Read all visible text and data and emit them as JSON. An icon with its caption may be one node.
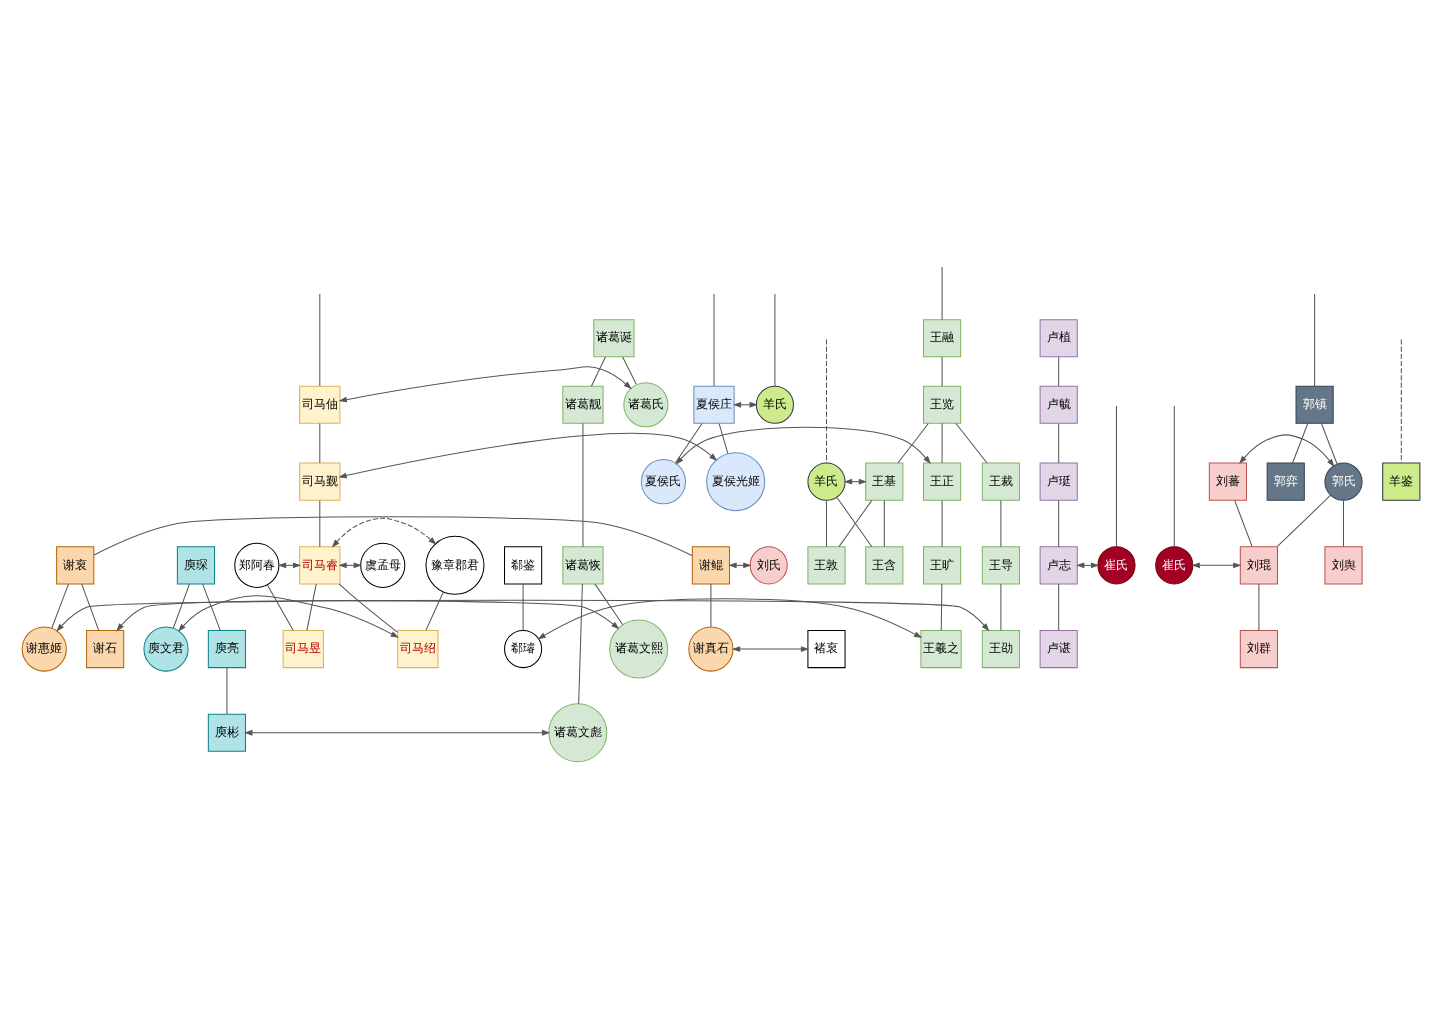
{
  "diagram": {
    "nodes": [
      {
        "text": [
          "王融"
        ]
      },
      {
        "text": [
          "诸葛诞"
        ]
      },
      {
        "text": [
          "卢植"
        ]
      },
      {
        "text": [
          "王览"
        ]
      },
      {
        "text": [
          "羊氏"
        ]
      },
      {
        "text": [
          "夏侯庄"
        ]
      },
      {
        "text": [
          "司马伷"
        ]
      },
      {
        "text": [
          "诸葛氏"
        ]
      },
      {
        "text": [
          "诸葛靓"
        ]
      },
      {
        "text": [
          "郭镇"
        ]
      },
      {
        "text": [
          "卢毓"
        ]
      },
      {
        "text": [
          "王裁"
        ]
      },
      {
        "text": [
          "王基"
        ]
      },
      {
        "text": [
          "羊氏"
        ]
      },
      {
        "text": [
          "羊鉴"
        ]
      },
      {
        "text": [
          "王正"
        ]
      },
      {
        "text": [
          "夏侯氏"
        ]
      },
      {
        "text": [
          "夏侯光姬"
        ]
      },
      {
        "text": [
          "司马觐"
        ]
      },
      {
        "text": [
          "郭弈"
        ]
      },
      {
        "text": [
          "郭氏"
        ]
      },
      {
        "text": [
          "刘蕃"
        ]
      },
      {
        "text": [
          "卢珽"
        ]
      },
      {
        "text": [
          "王导"
        ]
      },
      {
        "text": [
          "王敦"
        ]
      },
      {
        "text": [
          "王含"
        ]
      },
      {
        "text": [
          "王旷"
        ]
      },
      {
        "text": [
          "虞孟母"
        ]
      },
      {
        "text": [
          "司马睿"
        ]
      },
      {
        "text": [
          "郑阿春"
        ]
      },
      {
        "text": [
          "豫章郡君"
        ]
      },
      {
        "text": [
          "诸葛恢"
        ]
      },
      {
        "text": [
          "刘舆"
        ]
      },
      {
        "text": [
          "刘琨"
        ]
      },
      {
        "text": [
          "崔氏"
        ]
      },
      {
        "text": [
          "崔氏"
        ]
      },
      {
        "text": [
          "卢志"
        ]
      },
      {
        "text": [
          "郗鉴"
        ]
      },
      {
        "text": [
          "庾琛"
        ]
      },
      {
        "text": [
          "谢裒"
        ]
      },
      {
        "text": [
          "谢鲲"
        ]
      },
      {
        "text": [
          "刘氏"
        ]
      },
      {
        "text": [
          "郗璿"
        ]
      },
      {
        "text": [
          "王羲之"
        ]
      },
      {
        "text": [
          "庾亮"
        ]
      },
      {
        "text": [
          "庾文君"
        ]
      },
      {
        "text": [
          "司马绍"
        ]
      },
      {
        "text": [
          "司马昱"
        ]
      },
      {
        "text": [
          "诸葛文熙"
        ]
      },
      {
        "text": [
          "谢石"
        ]
      },
      {
        "text": [
          "刘群"
        ]
      },
      {
        "text": [
          "卢谌"
        ]
      },
      {
        "text": [
          "庾彬"
        ]
      },
      {
        "text": [
          "诸葛文彪"
        ]
      },
      {
        "text": [
          "王劭"
        ]
      },
      {
        "text": [
          "谢惠姬"
        ]
      },
      {
        "text": [
          "谢真石"
        ]
      },
      {
        "text": [
          "褚裒"
        ]
      }
    ],
    "edges": [
      {
        "from": null,
        "to": 0,
        "arrow": "none"
      },
      {
        "from": 0,
        "to": 3,
        "arrow": "none"
      },
      {
        "from": null,
        "to": 4,
        "arrow": "none"
      },
      {
        "from": null,
        "to": 5,
        "arrow": "none"
      },
      {
        "from": null,
        "to": 6,
        "arrow": "none"
      },
      {
        "from": null,
        "to": 9,
        "arrow": "none"
      },
      {
        "from": 1,
        "to": 7,
        "arrow": "none"
      },
      {
        "from": 1,
        "to": 8,
        "arrow": "none"
      },
      {
        "from": 2,
        "to": 10,
        "arrow": "none"
      },
      {
        "from": 4,
        "to": 5,
        "arrow": "both"
      },
      {
        "from": 6,
        "to": 7,
        "arrow": "both"
      },
      {
        "from": null,
        "to": 13,
        "arrow": "none",
        "style": "dashed"
      },
      {
        "from": null,
        "to": 14,
        "arrow": "none",
        "style": "dashed"
      },
      {
        "from": 3,
        "to": 11,
        "arrow": "none"
      },
      {
        "from": 3,
        "to": 12,
        "arrow": "none"
      },
      {
        "from": 3,
        "to": 15,
        "arrow": "none"
      },
      {
        "from": 12,
        "to": 13,
        "arrow": "both"
      },
      {
        "from": 15,
        "to": 16,
        "arrow": "both"
      },
      {
        "from": 5,
        "to": 16,
        "arrow": "none"
      },
      {
        "from": 5,
        "to": 17,
        "arrow": "none"
      },
      {
        "from": 17,
        "to": 18,
        "arrow": "both"
      },
      {
        "from": 6,
        "to": 18,
        "arrow": "none"
      },
      {
        "from": 9,
        "to": 19,
        "arrow": "none"
      },
      {
        "from": 9,
        "to": 20,
        "arrow": "none"
      },
      {
        "from": 20,
        "to": 21,
        "arrow": "both"
      },
      {
        "from": 10,
        "to": 22,
        "arrow": "none"
      },
      {
        "from": 11,
        "to": 23,
        "arrow": "none"
      },
      {
        "from": 12,
        "to": 24,
        "arrow": "none"
      },
      {
        "from": 12,
        "to": 25,
        "arrow": "none"
      },
      {
        "from": 13,
        "to": 24,
        "arrow": "none"
      },
      {
        "from": 13,
        "to": 25,
        "arrow": "none"
      },
      {
        "from": 15,
        "to": 26,
        "arrow": "none"
      },
      {
        "from": 18,
        "to": 28,
        "arrow": "none"
      },
      {
        "from": 27,
        "to": 28,
        "arrow": "both"
      },
      {
        "from": 28,
        "to": 29,
        "arrow": "both"
      },
      {
        "from": 30,
        "to": 28,
        "arrow": "both",
        "style": "dashed"
      },
      {
        "from": 8,
        "to": 31,
        "arrow": "none"
      },
      {
        "from": 20,
        "to": 32,
        "arrow": "none"
      },
      {
        "from": 20,
        "to": 33,
        "arrow": "none"
      },
      {
        "from": 21,
        "to": 33,
        "arrow": "none"
      },
      {
        "from": null,
        "to": 34,
        "arrow": "none"
      },
      {
        "from": null,
        "to": 35,
        "arrow": "none"
      },
      {
        "from": 33,
        "to": 34,
        "arrow": "both"
      },
      {
        "from": 35,
        "to": 36,
        "arrow": "both"
      },
      {
        "from": 22,
        "to": 36,
        "arrow": "none"
      },
      {
        "from": 39,
        "to": 40,
        "arrow": "none"
      },
      {
        "from": 40,
        "to": 41,
        "arrow": "both"
      },
      {
        "from": 37,
        "to": 42,
        "arrow": "none"
      },
      {
        "from": 26,
        "to": 43,
        "arrow": "none"
      },
      {
        "from": 42,
        "to": 43,
        "arrow": "both"
      },
      {
        "from": 38,
        "to": 44,
        "arrow": "none"
      },
      {
        "from": 38,
        "to": 45,
        "arrow": "none"
      },
      {
        "from": 45,
        "to": 46,
        "arrow": "both"
      },
      {
        "from": 28,
        "to": 46,
        "arrow": "none"
      },
      {
        "from": 30,
        "to": 46,
        "arrow": "none"
      },
      {
        "from": 28,
        "to": 47,
        "arrow": "none"
      },
      {
        "from": 29,
        "to": 47,
        "arrow": "none"
      },
      {
        "from": 31,
        "to": 48,
        "arrow": "none"
      },
      {
        "from": 48,
        "to": 49,
        "arrow": "both"
      },
      {
        "from": 39,
        "to": 49,
        "arrow": "none"
      },
      {
        "from": 33,
        "to": 50,
        "arrow": "none"
      },
      {
        "from": 36,
        "to": 51,
        "arrow": "none"
      },
      {
        "from": 44,
        "to": 52,
        "arrow": "none"
      },
      {
        "from": 31,
        "to": 53,
        "arrow": "none"
      },
      {
        "from": 53,
        "to": 52,
        "arrow": "both"
      },
      {
        "from": 23,
        "to": 54,
        "arrow": "none"
      },
      {
        "from": 39,
        "to": 55,
        "arrow": "none"
      },
      {
        "from": 54,
        "to": 55,
        "arrow": "both"
      },
      {
        "from": 40,
        "to": 56,
        "arrow": "none"
      },
      {
        "from": 56,
        "to": 57,
        "arrow": "both"
      }
    ]
  }
}
